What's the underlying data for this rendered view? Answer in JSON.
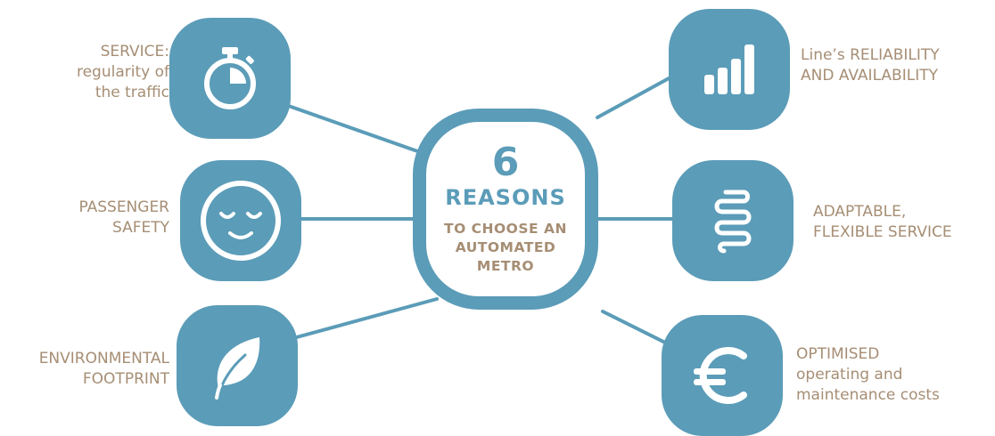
{
  "colors": {
    "accent": "#5b9cb8",
    "label": "#a68e74",
    "background": "#ffffff"
  },
  "center": {
    "number": "6",
    "title": "REASONS",
    "subtitle_lines": [
      "TO CHOOSE AN",
      "AUTOMATED",
      "METRO"
    ]
  },
  "reasons": [
    {
      "icon": "stopwatch-icon",
      "lines": [
        "SERVICE:",
        "regularity of",
        "the traffic"
      ]
    },
    {
      "icon": "smiling-face-icon",
      "lines": [
        "PASSENGER",
        "SAFETY"
      ]
    },
    {
      "icon": "leaf-icon",
      "lines": [
        "ENVIRONMENTAL",
        "FOOTPRINT"
      ]
    },
    {
      "icon": "bar-chart-icon",
      "lines": [
        "Line’s RELIABILITY",
        "AND AVAILABILITY"
      ]
    },
    {
      "icon": "spring-icon",
      "lines": [
        "ADAPTABLE,",
        "FLEXIBLE SERVICE"
      ]
    },
    {
      "icon": "euro-icon",
      "lines": [
        "OPTIMISED",
        "operating and",
        "maintenance costs"
      ]
    }
  ]
}
